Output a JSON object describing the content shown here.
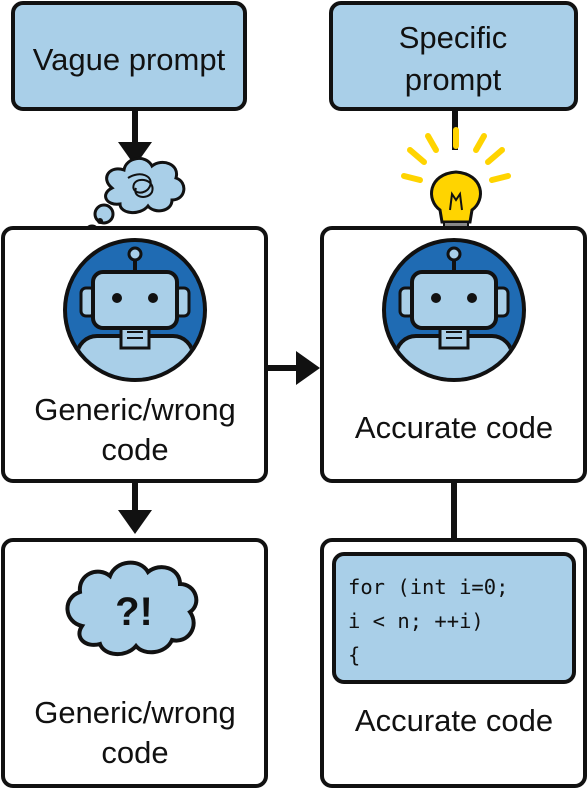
{
  "diagram": {
    "vague_prompt": "Vague prompt",
    "specific_prompt": {
      "line1": "Specific",
      "line2": "prompt"
    },
    "left_robot_caption": {
      "line1": "Generic/wrong",
      "line2": "code"
    },
    "right_robot_caption": "Accurate code",
    "confusion_cloud_text": "?!",
    "bottom_left_caption": {
      "line1": "Generic/wrong",
      "line2": "code"
    },
    "code_snippet": {
      "line1": "for (int i=0;",
      "line2": "i < n; ++i)",
      "line3": "{"
    },
    "bottom_right_caption": "Accurate code"
  },
  "colors": {
    "light_blue": "#a9cfe8",
    "robot_blue": "#1f6bb3",
    "outline": "#111111",
    "bulb_yellow": "#ffd400"
  }
}
